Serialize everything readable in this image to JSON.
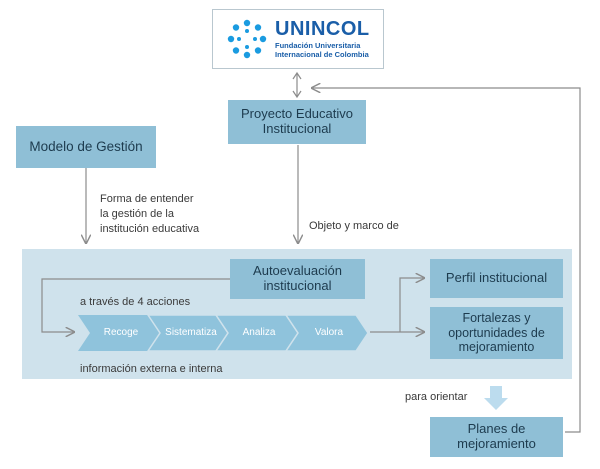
{
  "logo": {
    "name": "UNINCOL",
    "subtitle_line1": "Fundación Universitaria",
    "subtitle_line2": "Internacional de Colombia"
  },
  "boxes": {
    "proyecto": "Proyecto Educativo\nInstitucional",
    "modelo": "Modelo de Gestión",
    "autoevaluacion": "Autoevaluación\ninstitucional",
    "perfil": "Perfil institucional",
    "fortalezas": "Fortalezas y\noportunidades de\nmejoramiento",
    "planes": "Planes de\nmejoramiento"
  },
  "labels": {
    "forma": "Forma de entender\nla gestión de la\ninstitución educativa",
    "objeto": "Objeto y marco de",
    "acciones": "a través de 4 acciones",
    "informacion": "información externa e interna",
    "para_orientar": "para orientar"
  },
  "steps": [
    "Recoge",
    "Sistematiza",
    "Analiza",
    "Valora"
  ],
  "colors": {
    "box": "#8fbfd6",
    "panel": "#cfe2ec",
    "chevron": "#8fc3dc",
    "line": "#8c8c8c",
    "logo": "#1a5ea8"
  }
}
